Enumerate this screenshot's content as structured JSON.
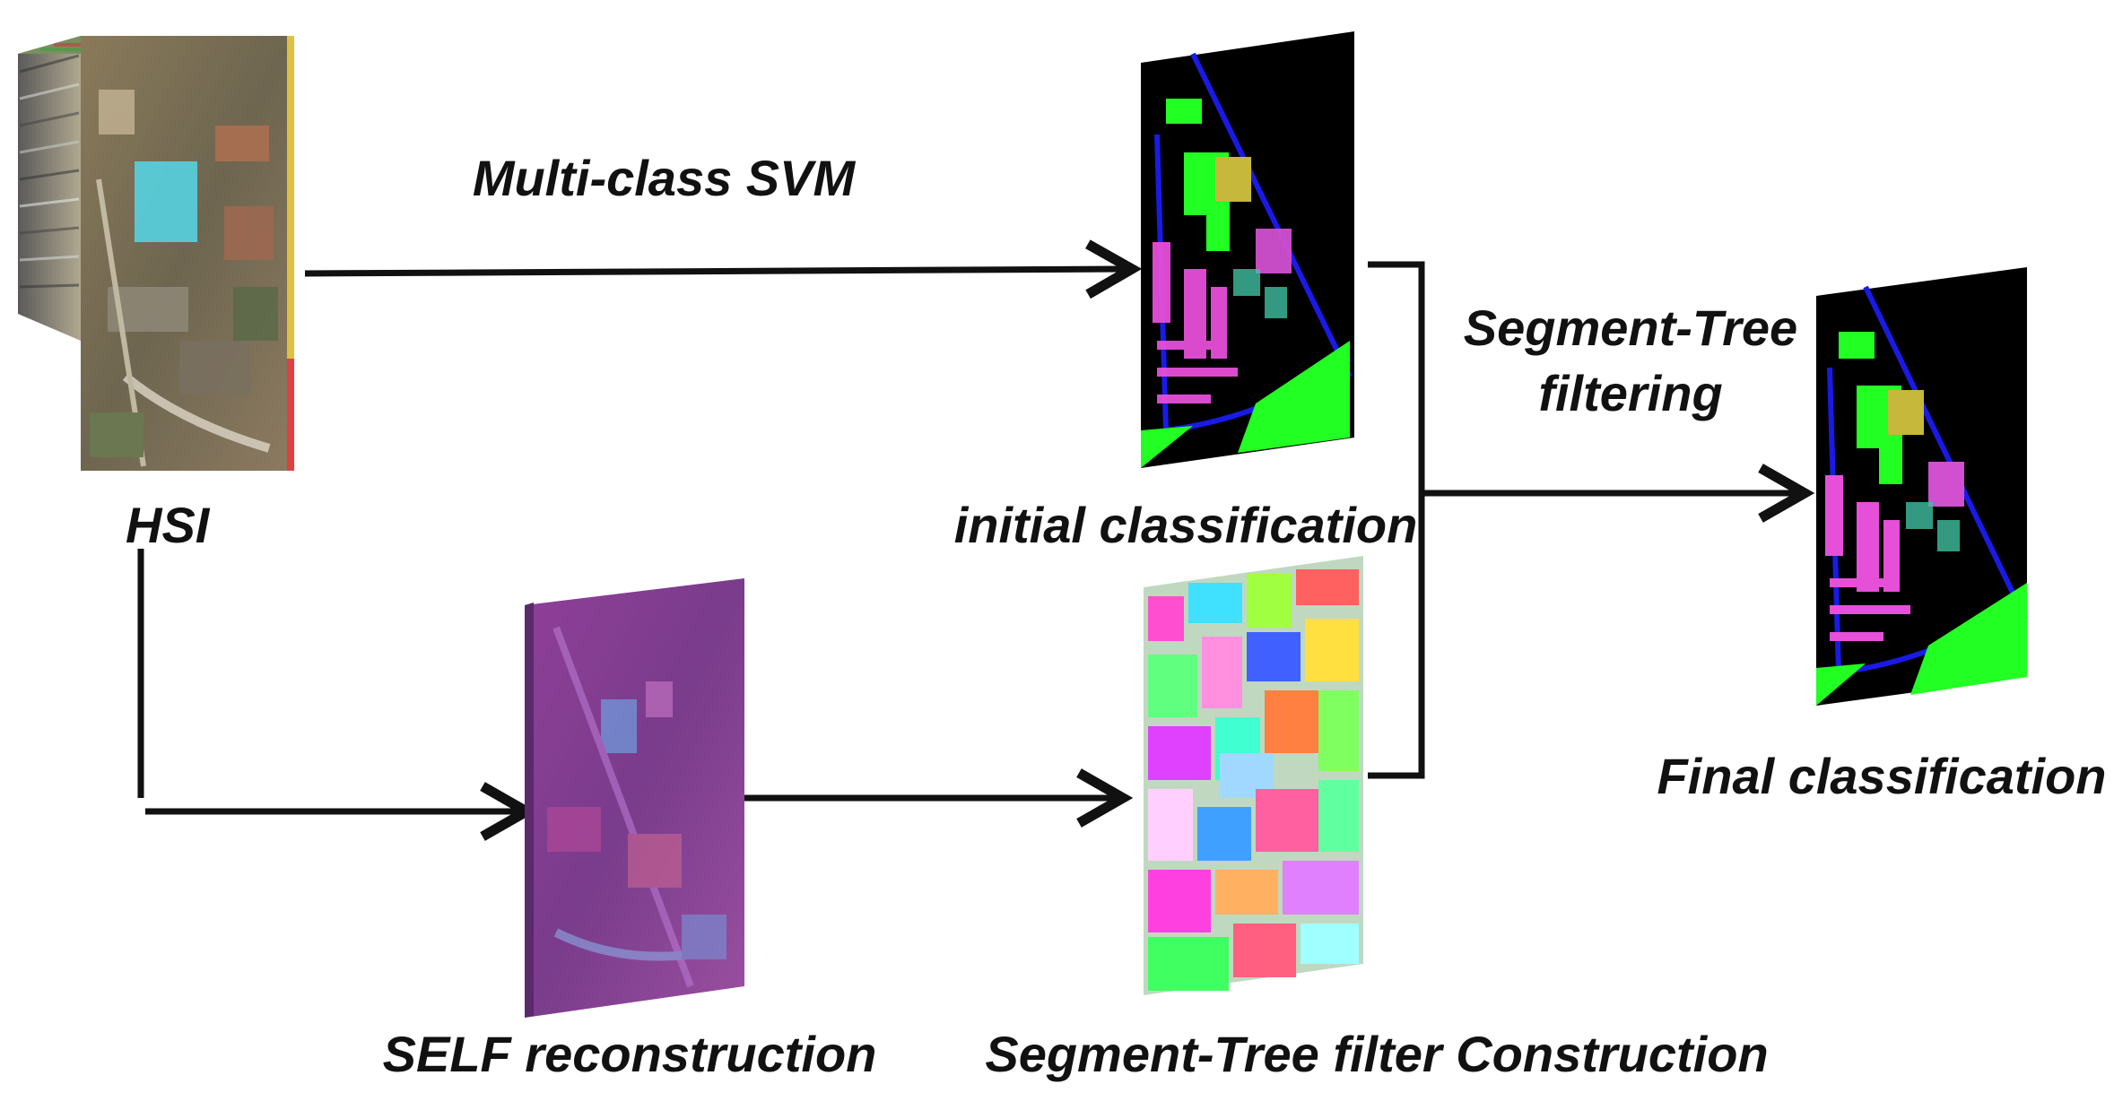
{
  "labels": {
    "hsi": "HSI",
    "svm": "Multi-class SVM",
    "initial": "initial classification",
    "self": "SELF reconstruction",
    "construction": "Segment-Tree filter Construction",
    "filtering_line1": "Segment-Tree",
    "filtering_line2": "filtering",
    "final": "Final classification"
  },
  "colors": {
    "arrow": "#111111",
    "label_bg": "#000000",
    "road": "#1a1ae6",
    "grass": "#22ff22",
    "pink": "#e64fd8",
    "purple": "#9b4fc8"
  }
}
